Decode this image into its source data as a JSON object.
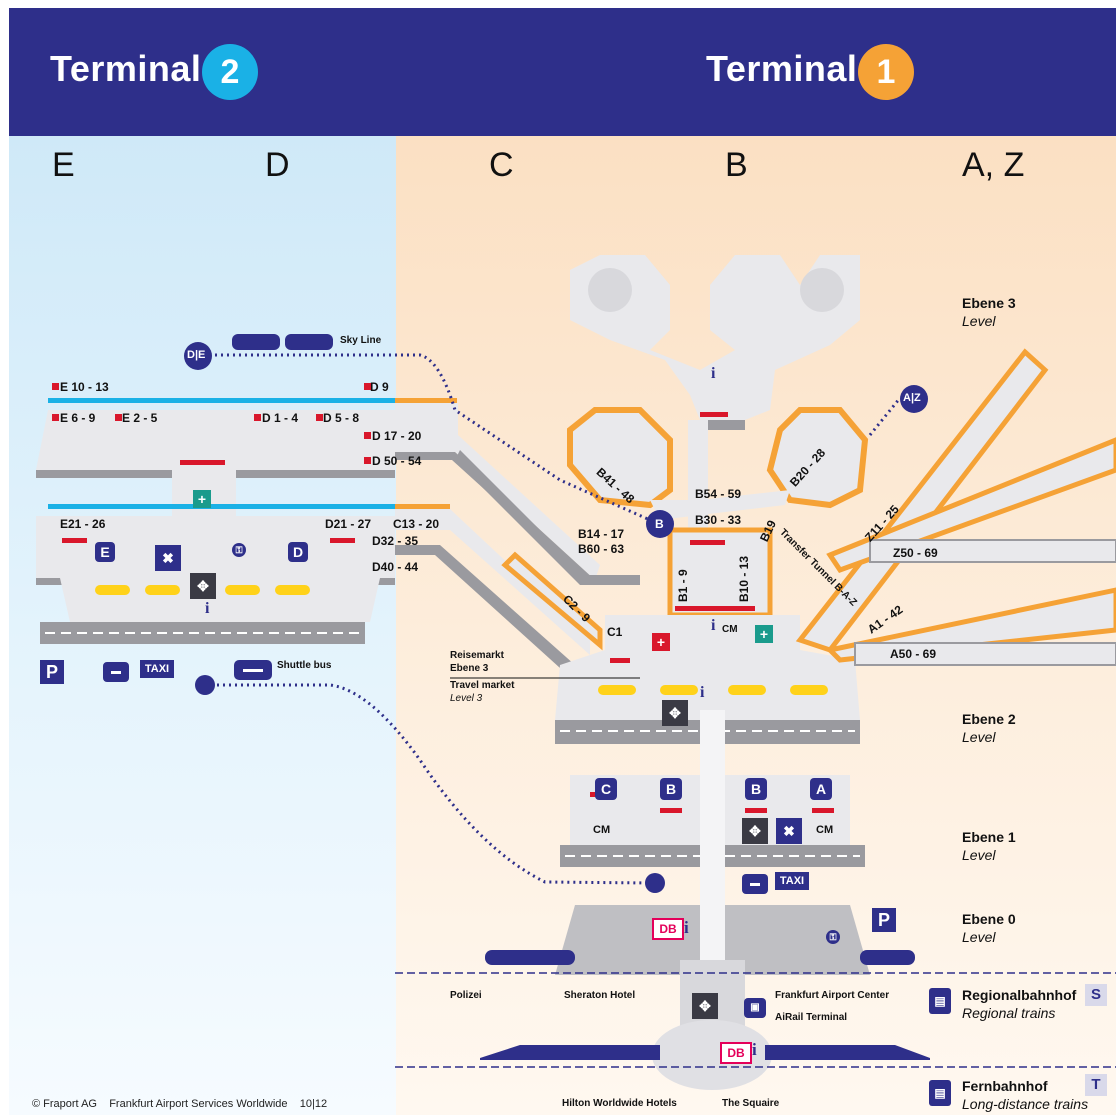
{
  "header": {
    "terminal2": {
      "label": "Terminal",
      "number": "2",
      "badge_color": "#1ab1e6"
    },
    "terminal1": {
      "label": "Terminal",
      "number": "1",
      "badge_color": "#f5a236"
    },
    "bg_color": "#2e2f8a"
  },
  "piers": {
    "e": "E",
    "d": "D",
    "c": "C",
    "b": "B",
    "az": "A, Z"
  },
  "levels": {
    "l3": {
      "name": "Ebene 3",
      "en": "Level"
    },
    "l2": {
      "name": "Ebene 2",
      "en": "Level"
    },
    "l1": {
      "name": "Ebene 1",
      "en": "Level"
    },
    "l0": {
      "name": "Ebene 0",
      "en": "Level"
    }
  },
  "skyline": {
    "label": "Sky Line",
    "stop_de": "D|E",
    "stop_az": "A|Z"
  },
  "gates": {
    "e10": "E 10 - 13",
    "e6": "E 6 - 9",
    "e2": "E 2 - 5",
    "d1": "D 1 - 4",
    "d5": "D 5 - 8",
    "d9": "D 9",
    "d17": "D 17 - 20",
    "d50": "D 50 - 54",
    "e21": "E21 - 26",
    "d21": "D21 - 27",
    "c13": "C13 - 20",
    "d32": "D32 - 35",
    "d40": "D40 - 44",
    "b41": "B41 - 48",
    "b20": "B20 - 28",
    "b54": "B54 - 59",
    "b30": "B30 - 33",
    "b19": "B19",
    "b14": "B14 - 17",
    "b60": "B60 - 63",
    "b1": "B1 - 9",
    "b10": "B10 - 13",
    "c2": "C2 - 9",
    "c1": "C1",
    "z11": "Z11 - 25",
    "z50": "Z50 - 69",
    "a1": "A1 - 42",
    "a50": "A50 - 69"
  },
  "labels": {
    "transfer": "Transfer Tunnel B-A-Z",
    "reisemarkt": "Reisemarkt",
    "reisemarkt_level": "Ebene 3",
    "travel_market": "Travel market",
    "travel_level": "Level 3",
    "shuttle": "Shuttle bus",
    "taxi": "TAXI",
    "parking": "P",
    "cm": "CM",
    "info": "i",
    "db": "DB",
    "polizei": "Polizei",
    "sheraton": "Sheraton Hotel",
    "fac": "Frankfurt Airport Center",
    "airail": "AiRail Terminal",
    "hilton": "Hilton Worldwide Hotels",
    "squaire": "The Squaire",
    "checkin_c": "C",
    "checkin_b": "B",
    "checkin_a": "A",
    "checkin_e": "E",
    "checkin_d": "D",
    "bubble_b": "B"
  },
  "stations": {
    "regional": {
      "name": "Regionalbahnhof",
      "en": "Regional trains",
      "tag": "S"
    },
    "fern": {
      "name": "Fernbahnhof",
      "en": "Long-distance trains",
      "tag": "T"
    }
  },
  "footer": {
    "copyright": "© Fraport AG",
    "title": "Frankfurt Airport Services Worldwide",
    "date": "10|12"
  },
  "colors": {
    "navy": "#2e2f8a",
    "orange": "#f5a236",
    "cyan": "#1ab1e6",
    "red": "#d9172b",
    "yellow": "#ffd21a"
  }
}
